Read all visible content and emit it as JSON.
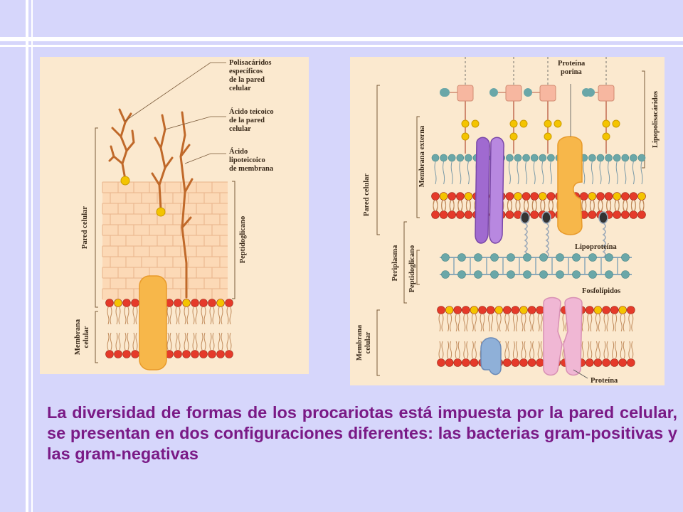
{
  "colors": {
    "background": "#d6d6fb",
    "caption_text": "#7a1a86",
    "panel_bg": "#fbe9cf",
    "lipid_head_red": "#e53a2a",
    "lipid_head_yellow": "#f4c400",
    "protein_orange": "#f7b74a",
    "protein_purple": "#a06ad0",
    "protein_pink": "#f0b7d4",
    "protein_blue": "#8fb0d8",
    "teichoic_brown": "#c0692a",
    "teal_node": "#6aa7a8"
  },
  "gram_positive": {
    "labels": {
      "polysaccharides": [
        "Polisacáridos",
        "específicos",
        "de la pared",
        "celular"
      ],
      "teichoic_acid": [
        "Ácido teicoico",
        "de la pared",
        "celular"
      ],
      "lipoteichoic_acid": [
        "Ácido",
        "lipoteicoico",
        "de membrana"
      ],
      "cell_wall": "Pared celular",
      "peptidoglycan": "Peptidoglicano",
      "cell_membrane": [
        "Membrana",
        "celular"
      ]
    }
  },
  "gram_negative": {
    "labels": {
      "porin": [
        "Proteína",
        "porina"
      ],
      "lipopolysaccharides": "Lipopolisacáridos",
      "outer_membrane": "Membrana externa",
      "cell_wall": "Pared celular",
      "lipoprotein": "Lipoproteína",
      "periplasm": "Periplasma",
      "peptidoglycan": "Peptidoglicano",
      "phospholipids": "Fosfolípidos",
      "cell_membrane": [
        "Membrana",
        "celular"
      ],
      "protein": "Proteína"
    }
  },
  "caption": "La diversidad de formas de los procariotas está impuesta por la pared celular, se presentan en dos configuraciones diferentes: las bacterias gram-positivas y las gram-negativas"
}
